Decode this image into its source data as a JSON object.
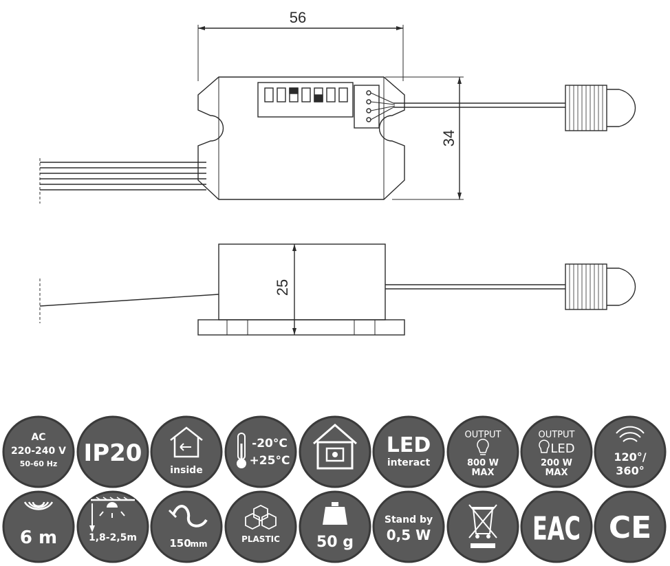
{
  "dimensions": {
    "width": "56",
    "height_top": "34",
    "height_side": "25"
  },
  "icons_row1": {
    "voltage": {
      "line1": "AC",
      "line2": "220-240 V",
      "line3": "50-60 Hz"
    },
    "ip": {
      "label": "IP20"
    },
    "inside": {
      "label": "inside"
    },
    "temperature": {
      "min": "-20°C",
      "max": "+25°C"
    },
    "installation_icon": "ceiling-box-icon",
    "led": {
      "title": "LED",
      "sub": "interact"
    },
    "output_lamp": {
      "title": "OUTPUT",
      "value1": "800 W",
      "value2": "MAX"
    },
    "output_led": {
      "title": "OUTPUT",
      "led": "LED",
      "value1": "200 W",
      "value2": "MAX"
    },
    "angle": {
      "line1": "120°/",
      "line2": "360°"
    }
  },
  "icons_row2": {
    "range": {
      "label": "6 m"
    },
    "height": {
      "label": "1,8-2,5m"
    },
    "cable": {
      "value": "150",
      "unit": "mm"
    },
    "material": {
      "label": "PLASTIC"
    },
    "weight": {
      "label": "50 g"
    },
    "standby": {
      "line1": "Stand by",
      "line2": "0,5 W"
    },
    "weee_icon": "crossed-bin-icon",
    "eac": {
      "label": "EAC"
    },
    "ce": {
      "label": "CE"
    }
  },
  "colors": {
    "icon_fill": "#595959",
    "icon_border": "#3a3a3a",
    "line": "#2b2b2b"
  }
}
